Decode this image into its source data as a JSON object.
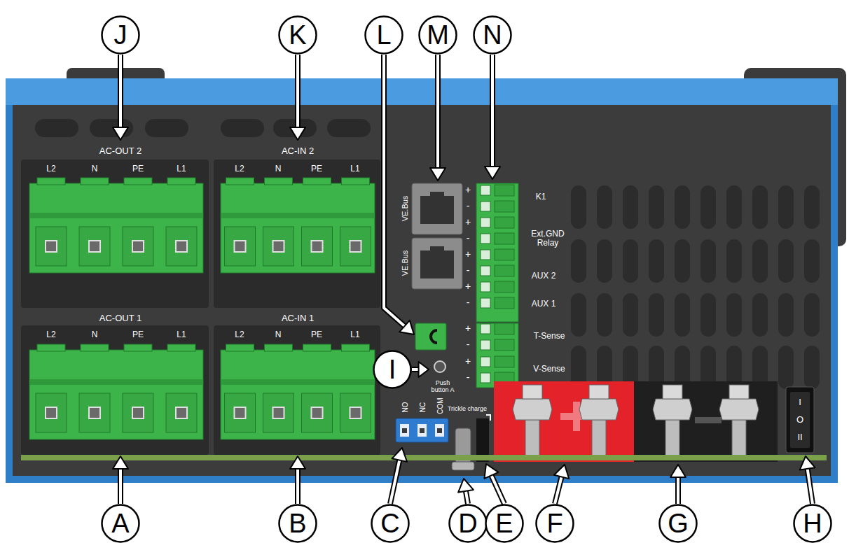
{
  "diagram": {
    "nodes": [
      {
        "text": [
          "J"
        ]
      },
      {
        "text": [
          "K"
        ]
      },
      {
        "text": [
          "L"
        ]
      },
      {
        "text": [
          "M"
        ]
      },
      {
        "text": [
          "N"
        ]
      },
      {
        "text": [
          "I"
        ]
      },
      {
        "text": [
          "A"
        ]
      },
      {
        "text": [
          "B"
        ]
      },
      {
        "text": [
          "C"
        ]
      },
      {
        "text": [
          "D"
        ]
      },
      {
        "text": [
          "E"
        ]
      },
      {
        "text": [
          "F"
        ]
      },
      {
        "text": [
          "G"
        ]
      },
      {
        "text": [
          "H"
        ]
      }
    ],
    "labels": [
      "AC-OUT 2",
      "L2",
      "N",
      "PE",
      "L1",
      "AC-IN 2",
      "L2",
      "N",
      "PE",
      "L1",
      "AC-OUT 1",
      "L2",
      "N",
      "PE",
      "L1",
      "AC-IN 1",
      "L2",
      "N",
      "PE",
      "L1",
      "VE.Bus",
      "VE.Bus",
      "+",
      "-",
      "+",
      "-",
      "+",
      "-",
      "+",
      "-",
      "+",
      "-",
      "+",
      "-",
      "K1",
      "Ext.GND Relay",
      "AUX 2",
      "AUX 1",
      "T-Sense",
      "V-Sense",
      "Push button A",
      "NO",
      "NC",
      "COM",
      "Trickle charge",
      "I",
      "O",
      "II"
    ]
  }
}
